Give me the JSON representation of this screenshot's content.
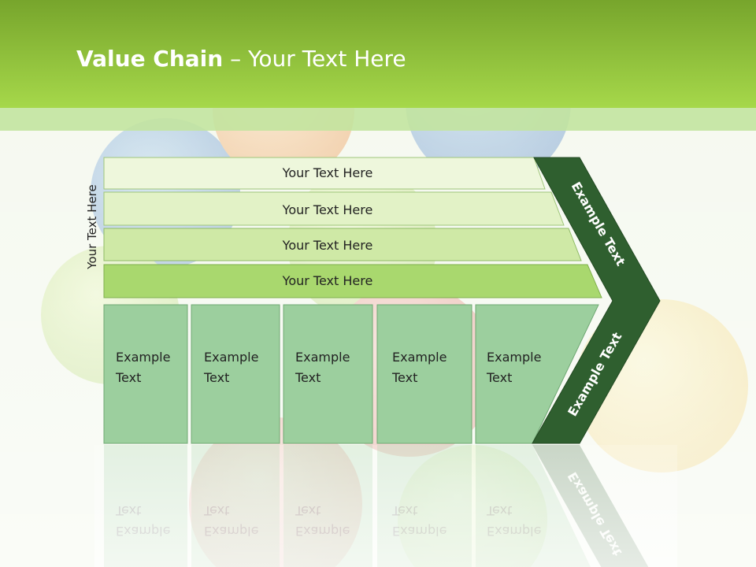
{
  "slide": {
    "title_bold": "Value Chain",
    "title_rest": " – Your Text Here",
    "side_label": "Your Text Here",
    "bars": [
      {
        "label": "Your Text Here"
      },
      {
        "label": "Your Text Here"
      },
      {
        "label": "Your Text Here"
      },
      {
        "label": "Your Text Here"
      }
    ],
    "columns": [
      {
        "line1": "Example",
        "line2": "Text"
      },
      {
        "line1": "Example",
        "line2": "Text"
      },
      {
        "line1": "Example",
        "line2": "Text"
      },
      {
        "line1": "Example",
        "line2": "Text"
      },
      {
        "line1": "Example",
        "line2": "Text"
      }
    ],
    "chevron_upper_label": "Example Text",
    "chevron_lower_label": "Example Text"
  },
  "colors": {
    "header_top": "#7aaa2e",
    "header_bottom": "#a6d84a",
    "header_band": "#c3e4a0",
    "bar_1": "#eef7dc",
    "bar_2": "#e2f2c6",
    "bar_3": "#cfe9a6",
    "bar_4": "#a9d86e",
    "column": "#9ccf9e",
    "chevron": "#2f5f2f"
  }
}
